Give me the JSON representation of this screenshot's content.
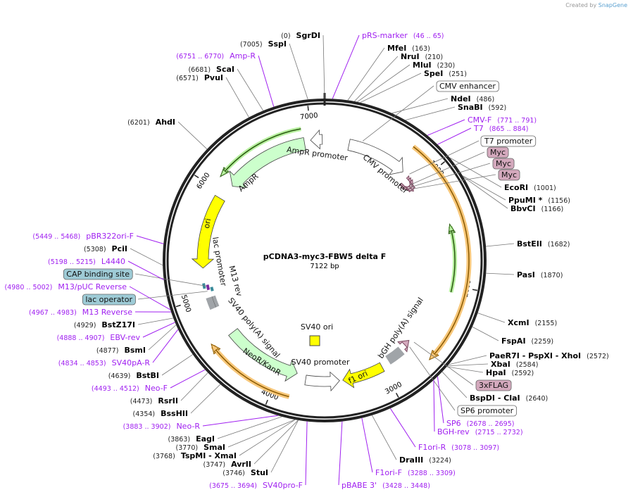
{
  "credit": {
    "prefix": "Created by",
    "brand": "SnapGene"
  },
  "plasmid": {
    "name": "pCDNA3-myc3-FBW5 delta F",
    "length_label": "7122 bp",
    "length": 7122
  },
  "ticks": [
    "1000",
    "2000",
    "3000",
    "4000",
    "5000",
    "6000",
    "7000"
  ],
  "colors": {
    "primer": "#a020f0",
    "backbone": "#222222",
    "cds_orange": "#f7c77a",
    "green": "#b8f0a0",
    "yellow": "#ffff00",
    "gray": "#a0a4a8",
    "pink": "#d4a9bd",
    "teal": "#9ecbd6"
  },
  "labels": [
    {
      "kind": "primer",
      "name": "pRS-marker",
      "pos": "(46 .. 65)"
    },
    {
      "kind": "enzyme",
      "name": "MfeI",
      "pos": "(163)"
    },
    {
      "kind": "enzyme",
      "name": "NruI",
      "pos": "(210)"
    },
    {
      "kind": "enzyme",
      "name": "MluI",
      "pos": "(230)"
    },
    {
      "kind": "enzyme",
      "name": "SpeI",
      "pos": "(251)"
    },
    {
      "kind": "box",
      "name": "CMV enhancer",
      "color": "#ffffff"
    },
    {
      "kind": "enzyme",
      "name": "NdeI",
      "pos": "(486)"
    },
    {
      "kind": "enzyme",
      "name": "SnaBI",
      "pos": "(592)"
    },
    {
      "kind": "primer",
      "name": "CMV-F",
      "pos": "(771 .. 791)"
    },
    {
      "kind": "primer",
      "name": "T7",
      "pos": "(865 .. 884)"
    },
    {
      "kind": "box",
      "name": "T7 promoter",
      "color": "#ffffff"
    },
    {
      "kind": "box",
      "name": "Myc",
      "color": "#d4a9bd"
    },
    {
      "kind": "box",
      "name": "Myc",
      "color": "#d4a9bd"
    },
    {
      "kind": "box",
      "name": "Myc",
      "color": "#d4a9bd"
    },
    {
      "kind": "enzyme",
      "name": "EcoRI",
      "pos": "(1001)"
    },
    {
      "kind": "enzyme",
      "name": "PpuMI *",
      "pos": "(1156)"
    },
    {
      "kind": "enzyme",
      "name": "BbvCI",
      "pos": "(1166)"
    },
    {
      "kind": "enzyme",
      "name": "BstEII",
      "pos": "(1682)"
    },
    {
      "kind": "enzyme",
      "name": "PasI",
      "pos": "(1870)"
    },
    {
      "kind": "enzyme",
      "name": "XcmI",
      "pos": "(2155)"
    },
    {
      "kind": "enzyme",
      "name": "FspAI",
      "pos": "(2259)"
    },
    {
      "kind": "enzyme",
      "name": "PaeR7I - PspXI - XhoI",
      "pos": "(2572)"
    },
    {
      "kind": "enzyme",
      "name": "XbaI",
      "pos": "(2584)"
    },
    {
      "kind": "enzyme",
      "name": "HpaI",
      "pos": "(2592)"
    },
    {
      "kind": "box",
      "name": "3xFLAG",
      "color": "#d4a9bd"
    },
    {
      "kind": "enzyme",
      "name": "BspDI - ClaI",
      "pos": "(2640)"
    },
    {
      "kind": "box",
      "name": "SP6 promoter",
      "color": "#ffffff"
    },
    {
      "kind": "primer",
      "name": "SP6",
      "pos": "(2678 .. 2695)"
    },
    {
      "kind": "primer",
      "name": "BGH-rev",
      "pos": "(2715 .. 2732)"
    },
    {
      "kind": "primer",
      "name": "F1ori-R",
      "pos": "(3078 .. 3097)"
    },
    {
      "kind": "enzyme",
      "name": "DraIII",
      "pos": "(3224)"
    },
    {
      "kind": "primer",
      "name": "F1ori-F",
      "pos": "(3288 .. 3309)"
    },
    {
      "kind": "primer",
      "name": "pBABE 3'",
      "pos": "(3428 .. 3448)"
    },
    {
      "kind": "primer",
      "name": "SV40pro-F",
      "pos": "(3675 .. 3694)"
    },
    {
      "kind": "enzyme",
      "name": "StuI",
      "pos": "(3746)"
    },
    {
      "kind": "enzyme",
      "name": "AvrII",
      "pos": "(3747)"
    },
    {
      "kind": "enzyme",
      "name": "TspMI - XmaI",
      "pos": "(3768)"
    },
    {
      "kind": "enzyme",
      "name": "SmaI",
      "pos": "(3770)"
    },
    {
      "kind": "enzyme",
      "name": "EagI",
      "pos": "(3863)"
    },
    {
      "kind": "primer",
      "name": "Neo-R",
      "pos": "(3883 .. 3902)"
    },
    {
      "kind": "enzyme",
      "name": "BssHII",
      "pos": "(4354)"
    },
    {
      "kind": "enzyme",
      "name": "RsrII",
      "pos": "(4473)"
    },
    {
      "kind": "primer",
      "name": "Neo-F",
      "pos": "(4493 .. 4512)"
    },
    {
      "kind": "enzyme",
      "name": "BstBI",
      "pos": "(4639)"
    },
    {
      "kind": "primer",
      "name": "SV40pA-R",
      "pos": "(4834 .. 4853)"
    },
    {
      "kind": "enzyme",
      "name": "BsmI",
      "pos": "(4877)"
    },
    {
      "kind": "primer",
      "name": "EBV-rev",
      "pos": "(4888 .. 4907)"
    },
    {
      "kind": "enzyme",
      "name": "BstZ17I",
      "pos": "(4929)"
    },
    {
      "kind": "primer",
      "name": "M13 Reverse",
      "pos": "(4967 .. 4983)"
    },
    {
      "kind": "box",
      "name": "lac operator",
      "color": "#9ecbd6"
    },
    {
      "kind": "primer",
      "name": "M13/pUC Reverse",
      "pos": "(4980 .. 5002)"
    },
    {
      "kind": "box",
      "name": "CAP binding site",
      "color": "#9ecbd6"
    },
    {
      "kind": "primer",
      "name": "L4440",
      "pos": "(5198 .. 5215)"
    },
    {
      "kind": "enzyme",
      "name": "PciI",
      "pos": "(5308)"
    },
    {
      "kind": "primer",
      "name": "pBR322ori-F",
      "pos": "(5449 .. 5468)"
    },
    {
      "kind": "enzyme",
      "name": "AhdI",
      "pos": "(6201)"
    },
    {
      "kind": "enzyme",
      "name": "PvuI",
      "pos": "(6571)"
    },
    {
      "kind": "enzyme",
      "name": "ScaI",
      "pos": "(6681)"
    },
    {
      "kind": "primer",
      "name": "Amp-R",
      "pos": "(6751 .. 6770)"
    },
    {
      "kind": "enzyme",
      "name": "SspI",
      "pos": "(7005)"
    },
    {
      "kind": "enzyme",
      "name": "SgrDI",
      "pos": "(0)"
    }
  ],
  "features": [
    {
      "name": "CMV promoter",
      "start": 235,
      "end": 820,
      "color": "#ffffff"
    },
    {
      "name": "AmpR promoter",
      "start": 7100,
      "end": 6990,
      "color": "#ffffff"
    },
    {
      "name": "AmpR",
      "start": 6930,
      "end": 6110,
      "color": "#ccffcc"
    },
    {
      "name": "ori",
      "start": 5950,
      "end": 5270,
      "color": "#ffff00"
    },
    {
      "name": "NeoR/KanR",
      "start": 4590,
      "end": 3830,
      "color": "#ccffcc"
    },
    {
      "name": "SV40 promoter",
      "start": 3740,
      "end": 3420,
      "color": "#ffffff"
    },
    {
      "name": "f1 ori",
      "start": 3000,
      "end": 3390,
      "color": "#ffff00"
    },
    {
      "name": "bGH poly(A) signal",
      "start": 2740,
      "end": 2960,
      "color": "#a0a4a8"
    },
    {
      "name": "SV40 poly(A) signal",
      "start": 4870,
      "end": 4990,
      "color": "#a0a4a8"
    },
    {
      "name": "SV40 ori",
      "color": "#ffff00"
    },
    {
      "name": "lac promoter"
    },
    {
      "name": "M13 rev"
    }
  ]
}
